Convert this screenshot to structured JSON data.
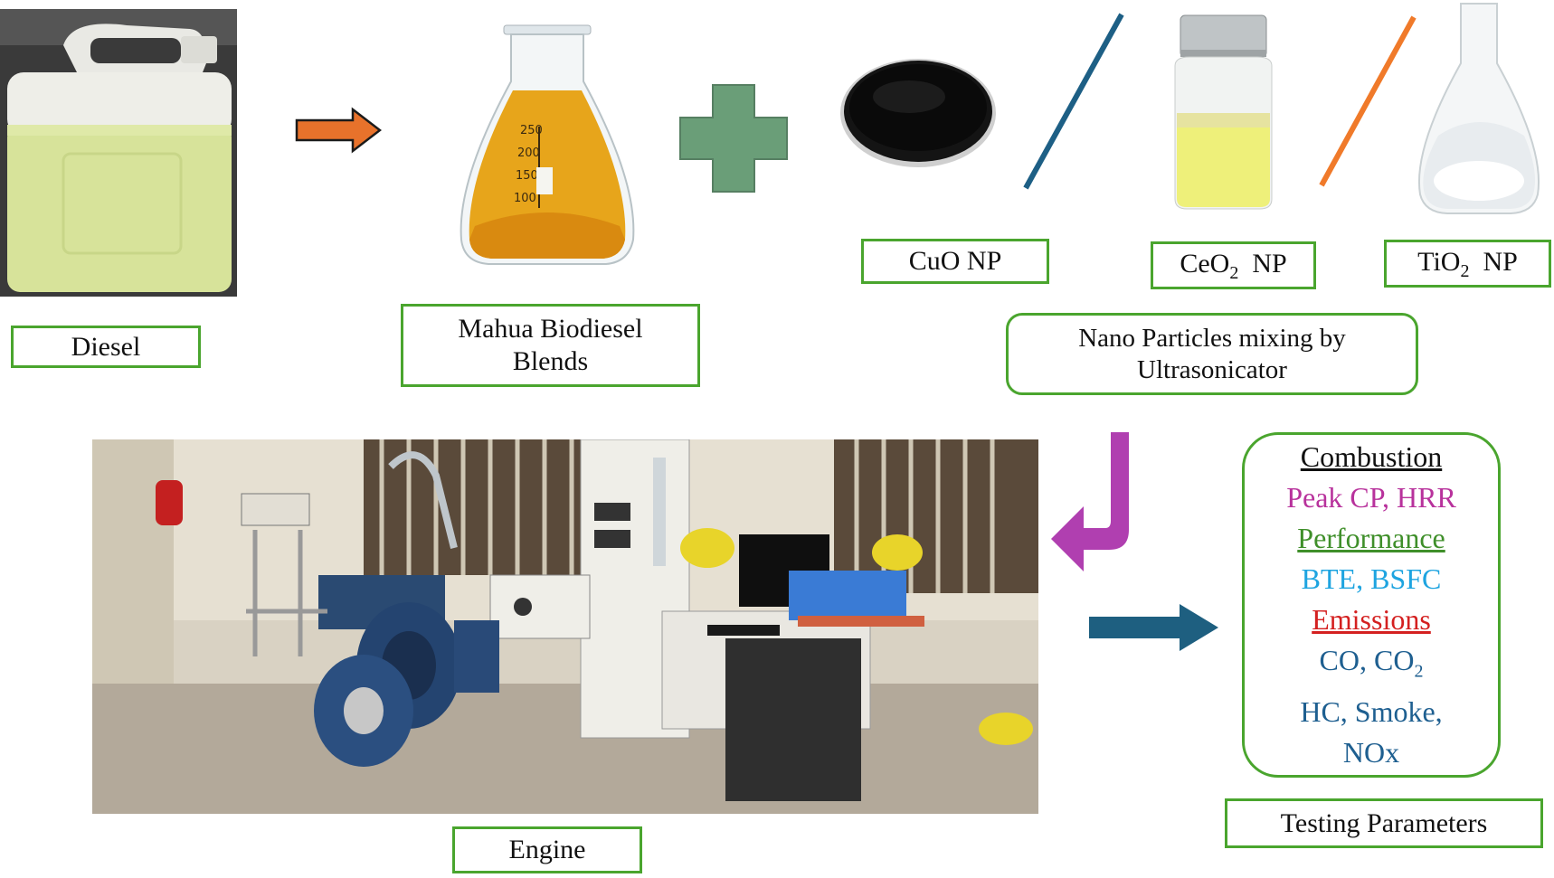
{
  "labels": {
    "diesel": "Diesel",
    "mahua_line1": "Mahua Biodiesel",
    "mahua_line2": "Blends",
    "cuo": "CuO NP",
    "ceo2_prefix": "CeO",
    "ceo2_sub": "2",
    "ceo2_suffix": "NP",
    "tio2_prefix": "TiO",
    "tio2_sub": "2",
    "tio2_suffix": "NP",
    "nano_line1": "Nano Particles mixing by",
    "nano_line2": "Ultrasonicator",
    "engine": "Engine",
    "testing": "Testing Parameters"
  },
  "testing_parameters": {
    "combustion_title": "Combustion",
    "combustion_items": "Peak CP, HRR",
    "performance_title": "Performance",
    "performance_items": "BTE, BSFC",
    "emissions_title": "Emissions",
    "emissions_line1_prefix": "CO, CO",
    "emissions_line1_sub": "2",
    "emissions_line2": "HC, Smoke,",
    "emissions_line3": "NOx"
  },
  "colors": {
    "border_green": "#4aa52e",
    "arrow_orange": "#e8722b",
    "plus_green": "#6a9e78",
    "arrow_purple": "#b03fb0",
    "arrow_teal": "#1e5f80",
    "slash_blue": "#1d5f85",
    "slash_orange": "#f07a2a",
    "combustion_items": "#b8329c",
    "performance": "#3f8f2a",
    "performance_items": "#1ea4e0",
    "emissions": "#d42020",
    "emissions_items": "#1e5f90"
  },
  "icons": [
    "right-arrow-icon",
    "plus-icon",
    "down-left-arrow-icon",
    "right-arrow-icon"
  ]
}
